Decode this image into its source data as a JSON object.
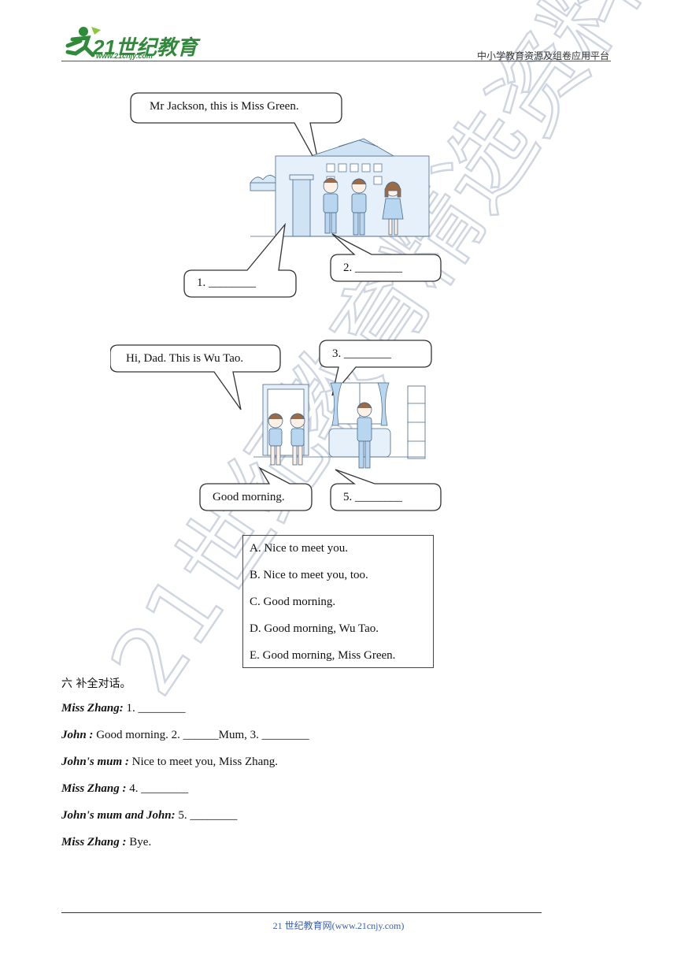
{
  "header": {
    "logo_text": "21世纪教育",
    "logo_url": "www.21cnjy.com",
    "right_text": "中小学教育资源及组卷应用平台"
  },
  "scene1": {
    "bubble_top": "Mr Jackson, this is Miss Green.",
    "bubble_1": "1.   ________",
    "bubble_2": "2.   ________"
  },
  "scene2": {
    "bubble_left": "Hi, Dad. This is Wu Tao.",
    "bubble_3": "3.   ________",
    "bubble_good": "Good  morning.",
    "bubble_5": "5.   ________"
  },
  "options": [
    "A. Nice to meet you.",
    "B. Nice to meet you, too.",
    "C. Good morning.",
    "D. Good morning, Wu Tao.",
    "E. Good morning, Miss Green."
  ],
  "section6": {
    "title": "六  补全对话。",
    "lines": [
      {
        "speaker": "Miss Zhang:",
        "text": " 1. ________"
      },
      {
        "speaker": "John :",
        "text": " Good morning. 2. ______Mum, 3. ________"
      },
      {
        "speaker": "John's mum :",
        "text": " Nice to meet you, Miss Zhang."
      },
      {
        "speaker": "Miss Zhang :",
        "text": " 4. ________"
      },
      {
        "speaker": "John's mum and John:",
        "text": " 5. ________"
      },
      {
        "speaker": "Miss Zhang :",
        "text": " Bye."
      }
    ]
  },
  "footer": {
    "text": "21 世纪教育网(www.21cnjy.com)"
  },
  "watermark": {
    "text": "21世纪教育精选资料"
  },
  "colors": {
    "brand_green": "#2f8a3a",
    "footer_blue": "#3a5fb0",
    "building_blue": "#cfe3f4",
    "watermark": "#c7d0dc"
  }
}
